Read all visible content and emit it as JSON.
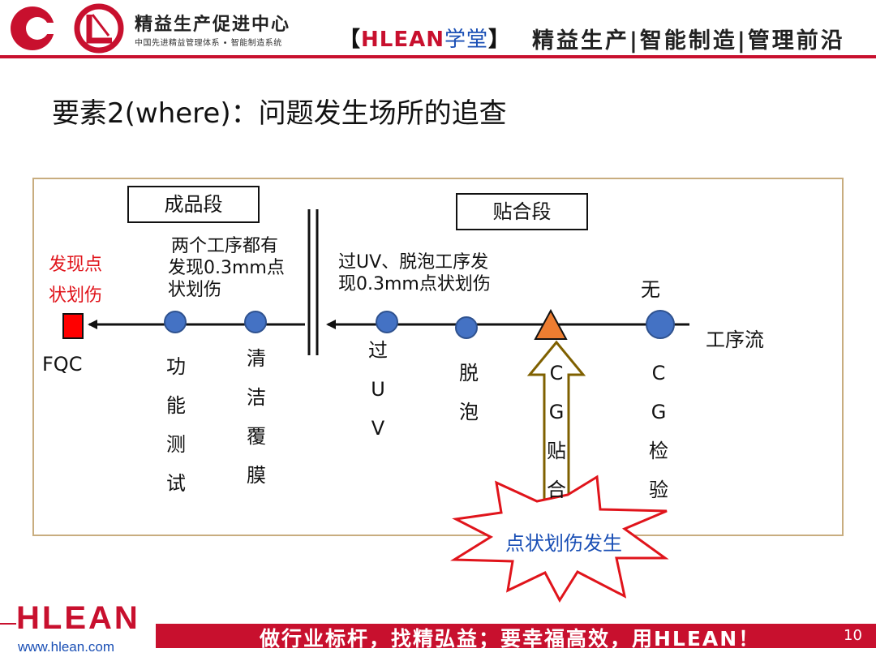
{
  "header": {
    "logo_title": "精益生产促进中心",
    "logo_subtitle": "中国先进精益管理体系 • 智能制造系统",
    "brand_open": "【",
    "brand_name": "HLEAN",
    "brand_suffix": "学堂",
    "brand_close": "】",
    "tagline": "精益生产|智能制造|管理前沿"
  },
  "slide": {
    "title": "要素2(where)：问题发生场所的追查"
  },
  "diagram": {
    "section_finished": "成品段",
    "section_bonding": "贴合段",
    "finding_label_line1": "发现点",
    "finding_label_line2": "状划伤",
    "finished_note_line1": "两个工序都有",
    "finished_note_line2": "发现0.3mm点",
    "finished_note_line3": "状划伤",
    "bonding_note_line1": "过UV、脱泡工序发",
    "bonding_note_line2": "现0.3mm点状划伤",
    "none_label": "无",
    "process_flow_label": "工序流",
    "fqc_label": "FQC",
    "stations": [
      {
        "chars": [
          "功",
          "能",
          "测",
          "试"
        ]
      },
      {
        "chars": [
          "清",
          "洁",
          "覆",
          "膜"
        ]
      },
      {
        "chars": [
          "过",
          "U",
          "V"
        ]
      },
      {
        "chars": [
          "脱",
          "泡"
        ]
      },
      {
        "chars": [
          "C",
          "G",
          "贴",
          "合"
        ]
      },
      {
        "chars": [
          "C",
          "G",
          "检",
          "验"
        ]
      }
    ],
    "occurrence_label": "点状划伤发生",
    "colors": {
      "station_fill": "#4472c4",
      "fqc_fill": "#ff0000",
      "triangle_fill": "#ed7d31",
      "arrow_up_stroke": "#7f6000",
      "starburst_stroke": "#e0141b",
      "frame_border": "#c8ad7f"
    }
  },
  "footer": {
    "logo": "HLEAN",
    "url": "www.hlean.com",
    "slogan": "做行业标杆，找精弘益；要幸福高效，用HLEAN！",
    "page_number": "10"
  }
}
